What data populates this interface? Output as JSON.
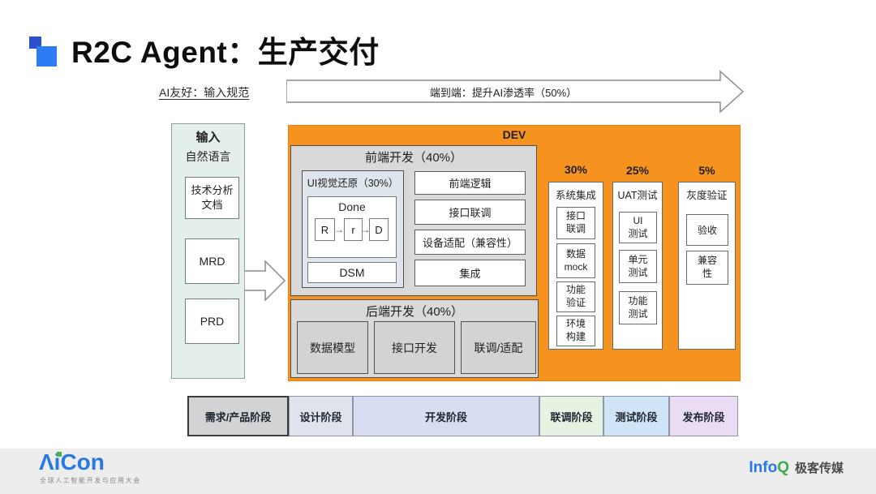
{
  "slide": {
    "title": "R2C Agent：生产交付",
    "annotation": "AI友好：输入规范",
    "flow_arrow_label": "端到端：提升AI渗透率（50%）"
  },
  "input_panel": {
    "header": "输入",
    "subheader": "自然语言",
    "items": [
      "技术分析\n文档",
      "MRD",
      "PRD"
    ]
  },
  "dev": {
    "label": "DEV",
    "frontend": {
      "title": "前端开发（40%）",
      "ui_restore": {
        "title": "UI视觉还原（30%）",
        "done_title": "Done",
        "steps": [
          "R",
          "r",
          "D"
        ],
        "dsm": "DSM"
      },
      "tasks": [
        "前端逻辑",
        "接口联调",
        "设备适配（兼容性）",
        "集成"
      ]
    },
    "backend": {
      "title": "后端开发（40%）",
      "tasks": [
        "数据模型",
        "接口开发",
        "联调/适配"
      ]
    },
    "columns": [
      {
        "percent": "30%",
        "title": "系统集成",
        "items": [
          "接口\n联调",
          "数据\nmock",
          "功能\n验证",
          "环境\n构建"
        ]
      },
      {
        "percent": "25%",
        "title": "UAT测试",
        "items": [
          "UI\n测试",
          "单元\n测试",
          "功能\n测试"
        ]
      },
      {
        "percent": "5%",
        "title": "灰度验证",
        "items": [
          "验收",
          "兼容\n性"
        ]
      }
    ]
  },
  "phases": [
    {
      "label": "需求/产品阶段",
      "color": "#d3d3d5"
    },
    {
      "label": "设计阶段",
      "color": "#e0e2ec"
    },
    {
      "label": "开发阶段",
      "color": "#d9ddf1"
    },
    {
      "label": "联调阶段",
      "color": "#e6f3e3"
    },
    {
      "label": "测试阶段",
      "color": "#cfe5f7"
    },
    {
      "label": "发布阶段",
      "color": "#e9dcf3"
    }
  ],
  "footer": {
    "aicon_wordmark": "ΛiCon",
    "aicon_tagline": "全球人工智能开发与应用大会",
    "infoq_info": "Info",
    "infoq_q": "Q",
    "infoq_media": "极客传媒"
  },
  "colors": {
    "dev_orange": "#f6921e",
    "panel_gray": "#d9d9d9",
    "ui_restore_blue": "#dfe5ec",
    "input_green": "#e4efe9",
    "logo_blue_dark": "#2a50cc",
    "logo_blue_light": "#2d7bf7"
  }
}
